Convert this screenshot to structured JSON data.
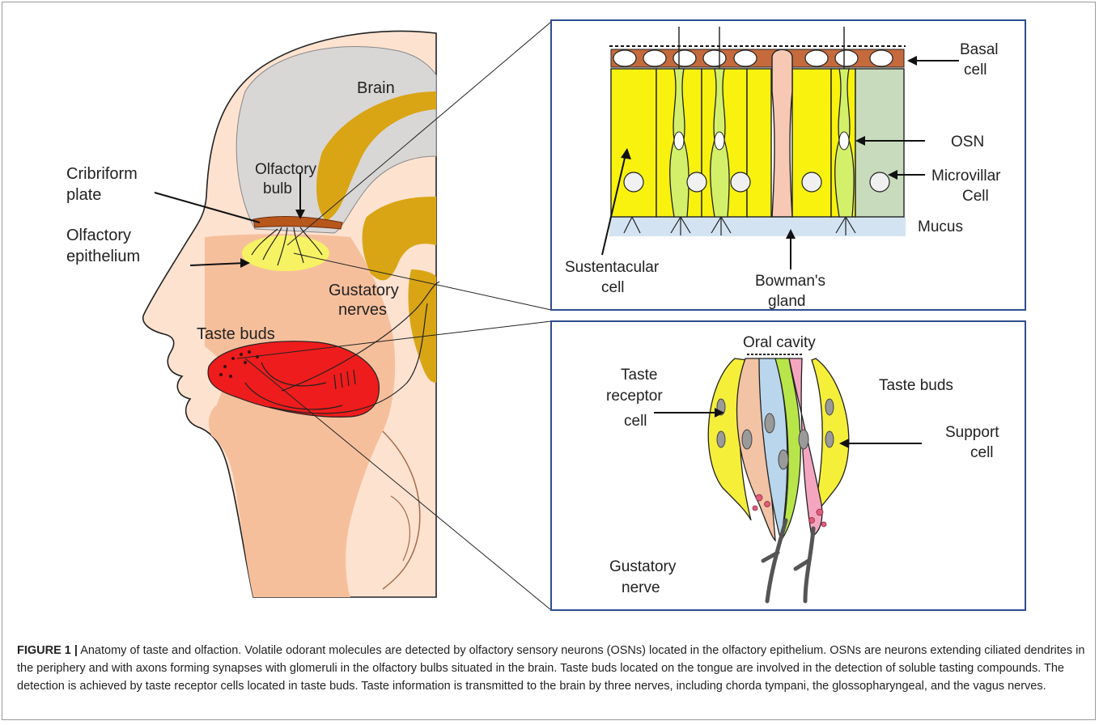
{
  "head_labels": {
    "brain": "Brain",
    "cribriform": [
      "Cribriform",
      "plate"
    ],
    "olfactory_bulb": [
      "Olfactory",
      "bulb"
    ],
    "olfactory_epithelium": [
      "Olfactory",
      "epithelium"
    ],
    "gustatory_nerves": [
      "Gustatory",
      "nerves"
    ],
    "taste_buds": "Taste buds"
  },
  "olfactory_panel": {
    "basal_cell": [
      "Basal",
      "cell"
    ],
    "osn": "OSN",
    "microvillar": [
      "Microvillar",
      "Cell"
    ],
    "mucus": "Mucus",
    "sustentacular": [
      "Sustentacular",
      "cell"
    ],
    "bowman": [
      "Bowman's",
      "gland"
    ]
  },
  "taste_panel": {
    "oral_cavity": "Oral cavity",
    "taste_receptor": [
      "Taste",
      "receptor",
      "cell"
    ],
    "taste_buds": "Taste buds",
    "support_cell": [
      "Support",
      "cell"
    ],
    "gustatory_nerve": [
      "Gustatory",
      "nerve"
    ]
  },
  "caption": {
    "label": "FIGURE 1 |",
    "text": " Anatomy of taste and olfaction. Volatile odorant molecules are detected by olfactory sensory neurons (OSNs) located in the olfactory epithelium. OSNs are neurons extending ciliated dendrites in the periphery and with axons forming synapses with glomeruli in the olfactory bulbs situated in the brain. Taste buds located on the tongue are involved in the detection of soluble tasting compounds. The detection is achieved by taste receptor cells located in taste buds. Taste information is transmitted to the brain by three nerves, including chorda tympani, the glossopharyngeal, and the vagus nerves."
  }
}
